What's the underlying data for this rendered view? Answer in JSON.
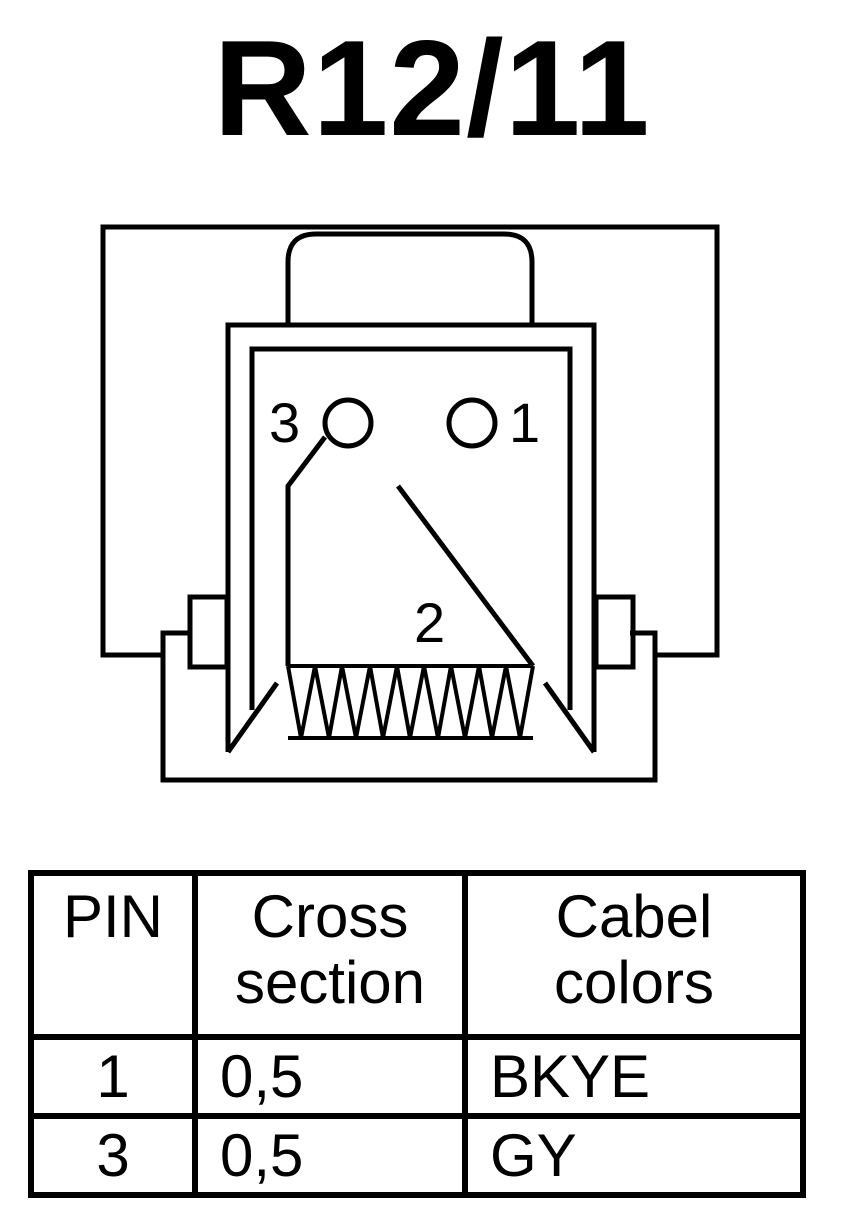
{
  "title": "R12/11",
  "connector": {
    "pins": [
      {
        "id": "pin-3",
        "label": "3"
      },
      {
        "id": "pin-1",
        "label": "1"
      },
      {
        "id": "pin-2",
        "label": "2"
      }
    ]
  },
  "table": {
    "headers": {
      "pin": "PIN",
      "cross_line1": "Cross",
      "cross_line2": "section",
      "color_line1": "Cabel",
      "color_line2": "colors"
    },
    "rows": [
      {
        "pin": "1",
        "cross": "0,5",
        "color": "BKYE"
      },
      {
        "pin": "3",
        "cross": "0,5",
        "color": "GY"
      }
    ]
  }
}
